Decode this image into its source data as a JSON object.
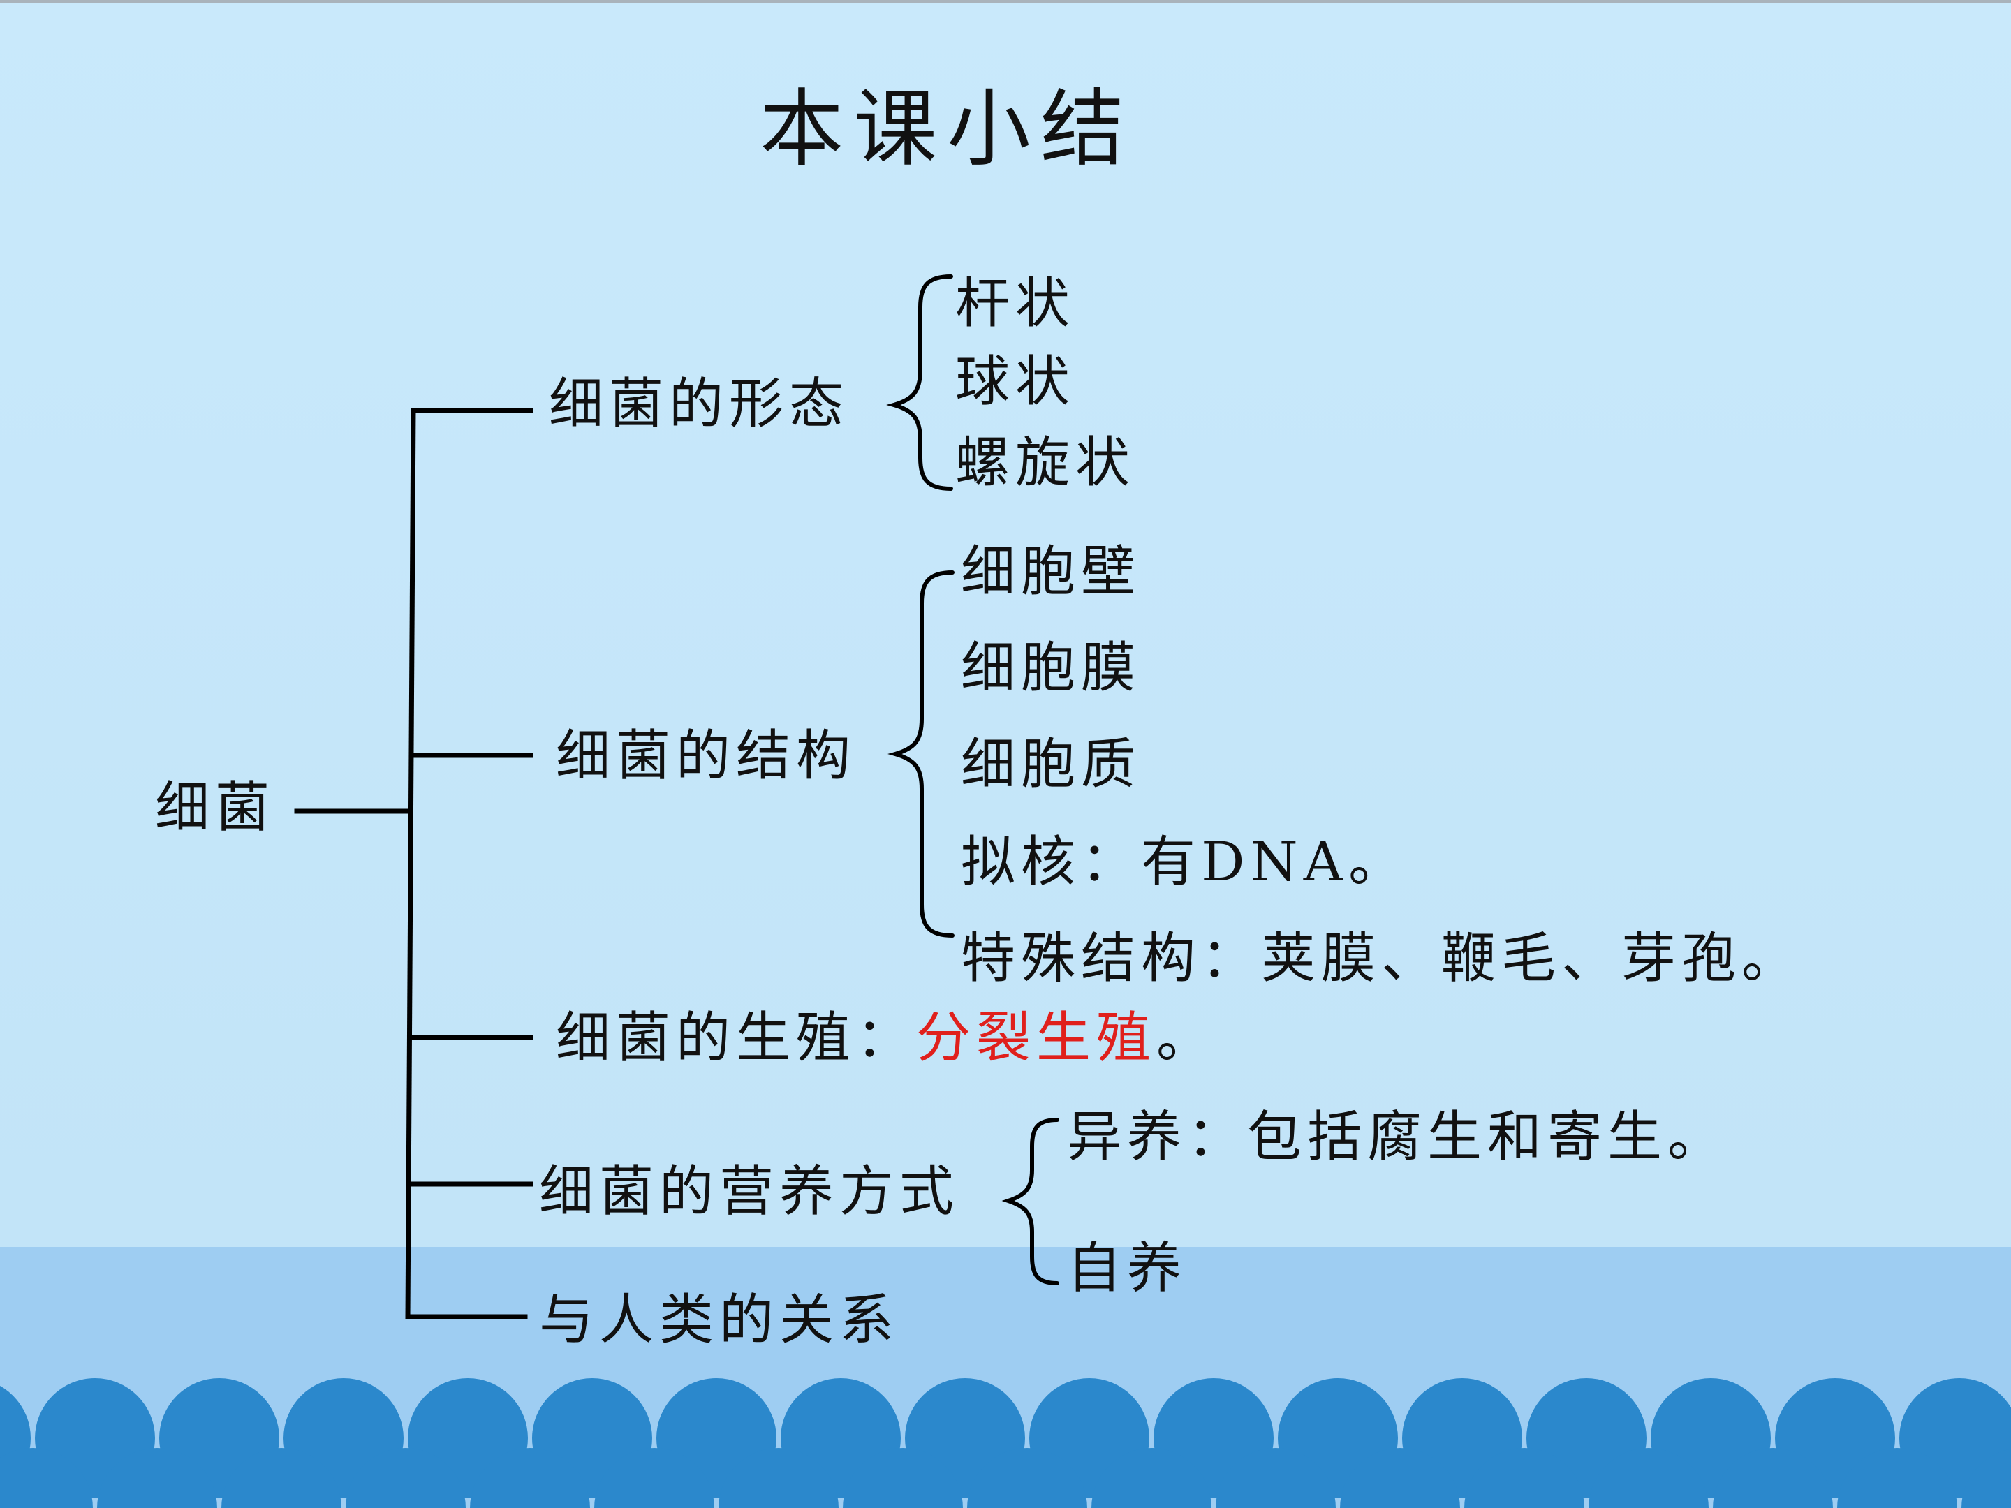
{
  "title": "本课小结",
  "root": "细菌",
  "branches": {
    "morphology": {
      "label": "细菌的形态",
      "items": [
        "杆状",
        "球状",
        "螺旋状"
      ]
    },
    "structure": {
      "label": "细菌的结构",
      "items": [
        "细胞壁",
        "细胞膜",
        "细胞质",
        "拟核：有DNA。",
        "特殊结构：荚膜、鞭毛、芽孢。"
      ]
    },
    "reproduction": {
      "label": "细菌的生殖：",
      "answer": "分裂生殖",
      "suffix": "。"
    },
    "nutrition": {
      "label": "细菌的营养方式",
      "items": [
        "异养：包括腐生和寄生。",
        "自养"
      ]
    },
    "relation": {
      "label": "与人类的关系"
    }
  },
  "colors": {
    "background": "#c9e9fb",
    "lower_band": "#9ecdf2",
    "wave": "#2b88cc",
    "highlight": "#e0201c",
    "line": "#000000"
  }
}
